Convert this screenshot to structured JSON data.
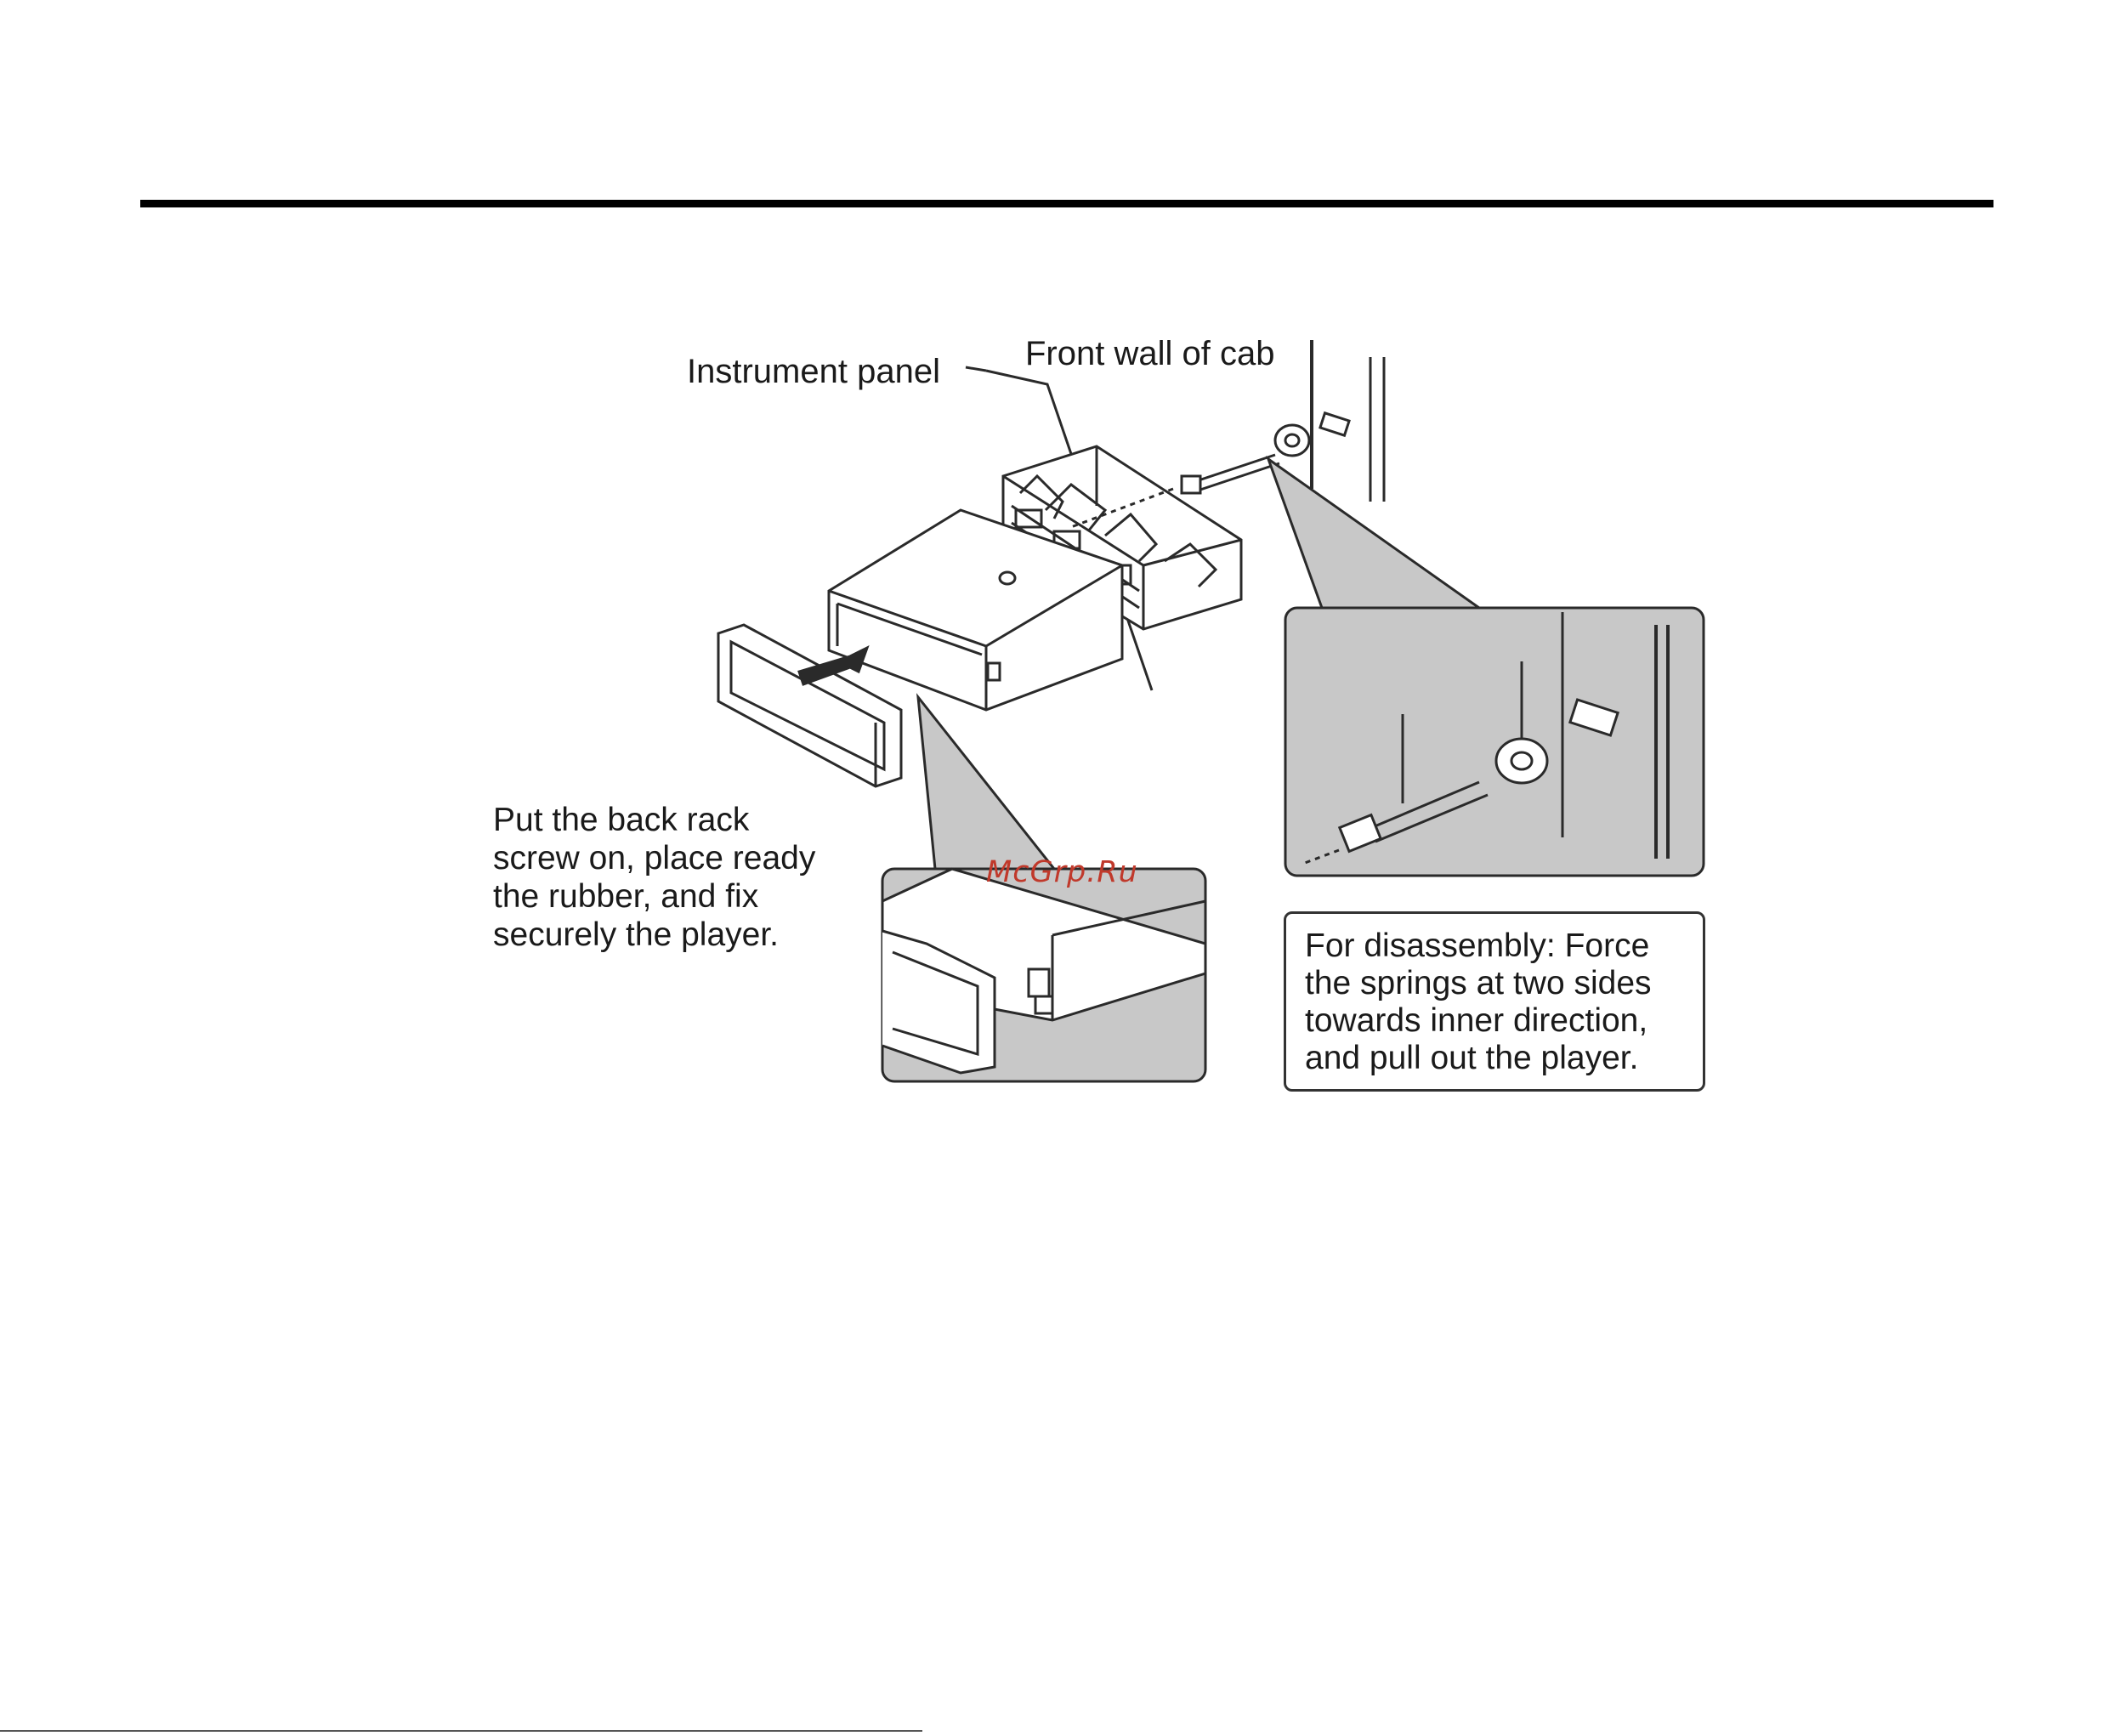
{
  "labels": {
    "instrument_panel": "Instrument panel",
    "front_wall": "Front wall of cab"
  },
  "instructions": {
    "lines": [
      "Put the back rack",
      "screw on, place ready",
      "the rubber, and fix",
      "securely the player."
    ]
  },
  "disassembly": {
    "lines": [
      "For disassembly: Force",
      "the springs at two sides",
      "towards inner direction,",
      "and pull out the player."
    ]
  },
  "watermark": "McGrp.Ru",
  "colors": {
    "callout_fill": "#c8c8c8",
    "line": "#2a2a2a",
    "watermark": "#c0392b"
  }
}
